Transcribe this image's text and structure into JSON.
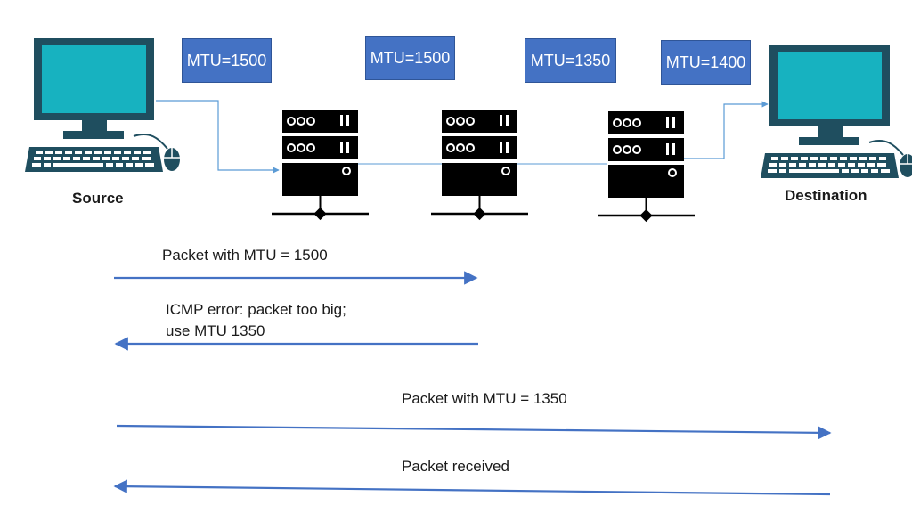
{
  "diagram": {
    "source_label": "Source",
    "destination_label": "Destination",
    "mtu_boxes": [
      "MTU=1500",
      "MTU=1500",
      "MTU=1350",
      "MTU=1400"
    ],
    "arrows": [
      {
        "direction": "right",
        "label": "Packet with MTU = 1500"
      },
      {
        "direction": "left",
        "label_lines": [
          "ICMP error: packet too big;",
          "use MTU 1350"
        ]
      },
      {
        "direction": "right",
        "label": "Packet with MTU = 1350"
      },
      {
        "direction": "left",
        "label": "Packet received"
      }
    ]
  },
  "colors": {
    "mtu_box": "#4472C4",
    "arrow": "#4472C4",
    "connector": "#5B9BD5",
    "monitor_frame": "#1F4E5F",
    "monitor_screen": "#17B2C0",
    "server": "#000000"
  },
  "icons": [
    "computer-icon",
    "server-icon",
    "mouse-icon",
    "keyboard-icon"
  ]
}
